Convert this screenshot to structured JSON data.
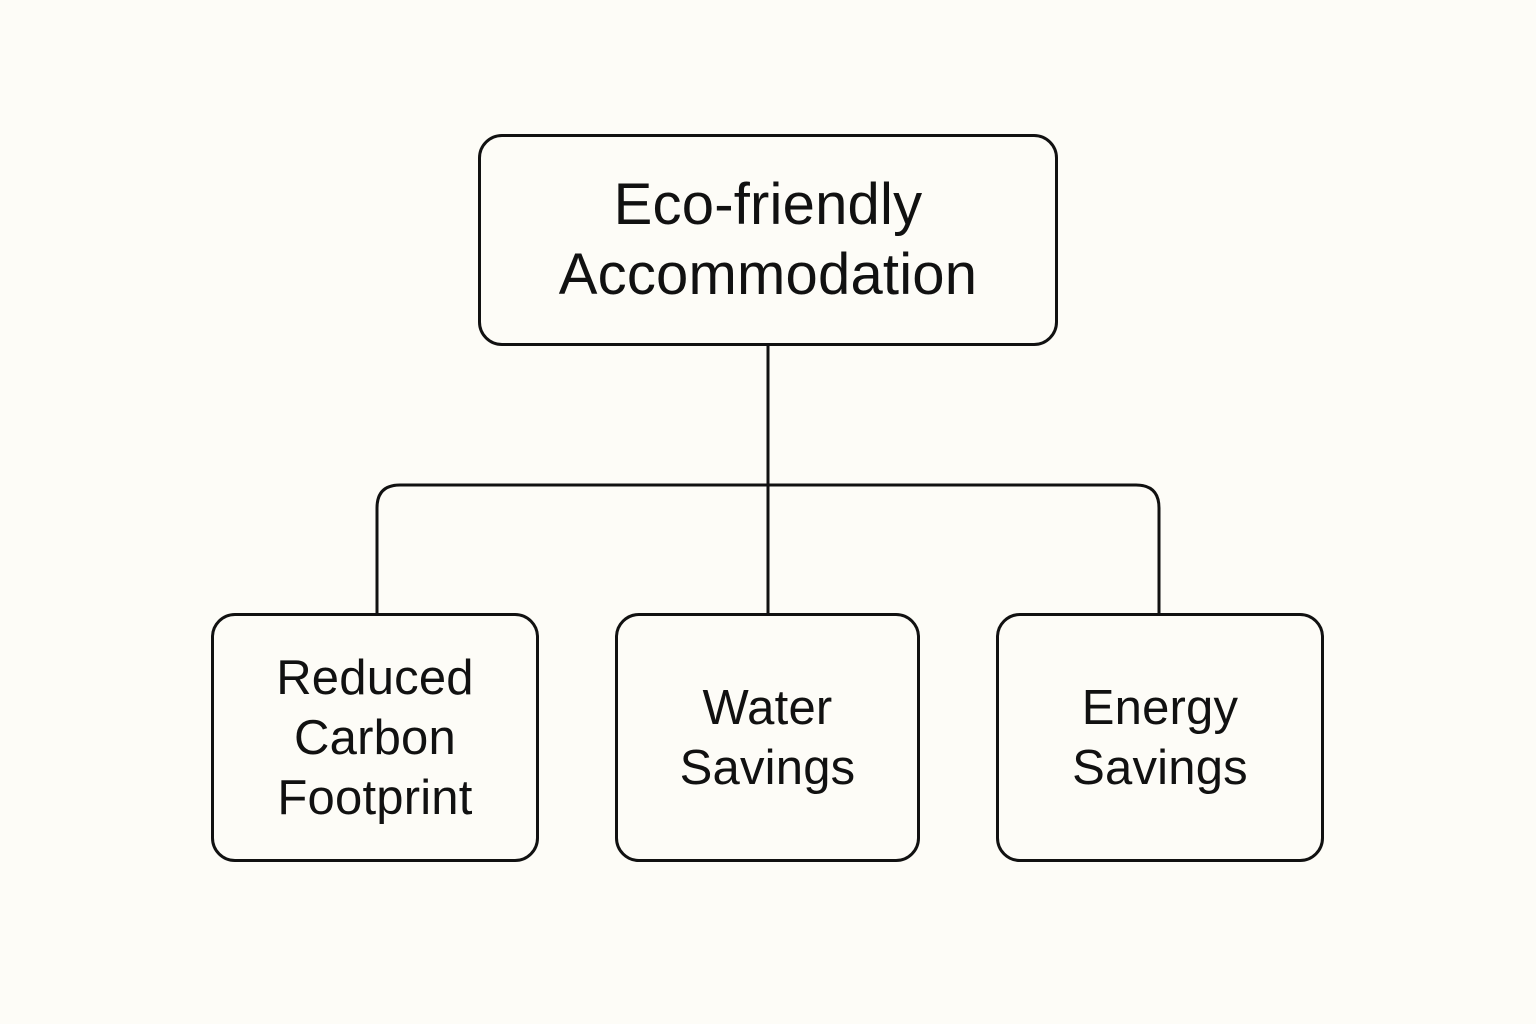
{
  "diagram": {
    "root": {
      "label": "Eco-friendly\nAccommodation"
    },
    "children": [
      {
        "label": "Reduced\nCarbon\nFootprint"
      },
      {
        "label": "Water\nSavings"
      },
      {
        "label": "Energy\nSavings"
      }
    ],
    "colors": {
      "background": "#fdfcf7",
      "stroke": "#111111",
      "text": "#111111"
    }
  }
}
